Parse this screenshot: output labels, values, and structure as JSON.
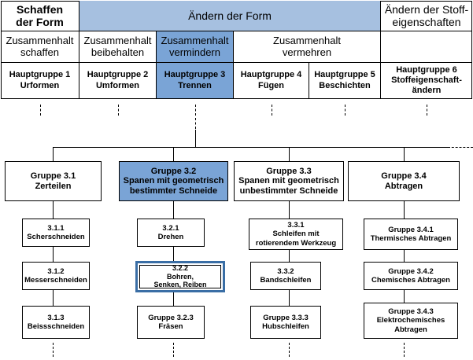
{
  "row1": {
    "schaffen": "Schaffen\nder Form",
    "aendern_form": "Ändern der Form",
    "aendern_stoff": "Ändern der Stoff-\neigenschaften"
  },
  "row2": {
    "schaffen": "Zusammenhalt\nschaffen",
    "beibehalten": "Zusammenhalt\nbeibehalten",
    "vermindern": "Zusammenhalt\nvermindern",
    "vermehren": "Zusammenhalt\nvermehren"
  },
  "row3": {
    "hg1": "Hauptgruppe 1\nUrformen",
    "hg2": "Hauptgruppe 2\nUmformen",
    "hg3": "Hauptgruppe 3\nTrennen",
    "hg4": "Hauptgruppe 4\nFügen",
    "hg5": "Hauptgruppe 5\nBeschichten",
    "hg6": "Hauptgruppe 6\nStoffeigenschaft-\nändern"
  },
  "groups": {
    "g31": "Gruppe 3.1\nZerteilen",
    "g32": "Gruppe 3.2\nSpanen mit geometrisch\nbestimmter Schneide",
    "g33": "Gruppe 3.3\nSpanen mit geometrisch\nunbestimmter Schneide",
    "g34": "Gruppe 3.4\nAbtragen"
  },
  "subgroups": {
    "s311": "3.1.1\nScherschneiden",
    "s312": "3.1.2\nMesserschneiden",
    "s313": "3.1.3\nBeissschneiden",
    "s321": "3.2.1\nDrehen",
    "s322": "3.2.2\nBohren,\nSenken, Reiben",
    "s323": "Gruppe 3.2.3\nFräsen",
    "s331": "3.3.1\nSchleifen mit\nrotierendem Werkzeug",
    "s332": "3.3.2\nBandschleifen",
    "s333": "Gruppe 3.3.3\nHubschleifen",
    "s341": "Gruppe 3.4.1\nThermisches Abtragen",
    "s342": "Gruppe 3.4.2\nChemisches Abtragen",
    "s343": "Gruppe 3.4.3\nElektrochemisches\nAbtragen"
  },
  "colors": {
    "highlight": "#a6c0e0",
    "highlight_strong": "#7aa4d6",
    "selected_border": "#3a6ea5"
  }
}
